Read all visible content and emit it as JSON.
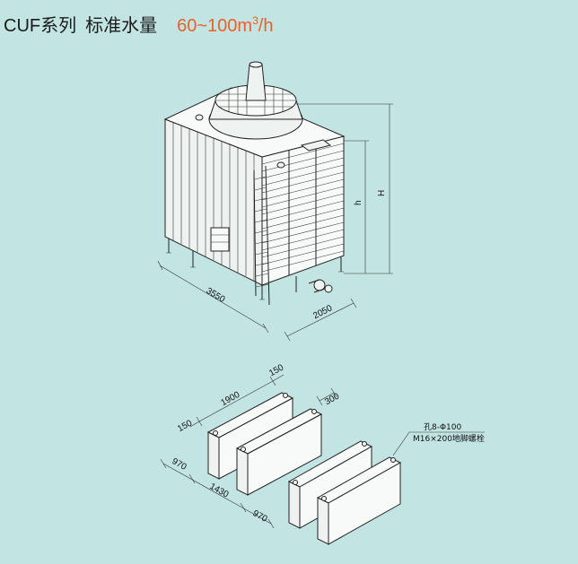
{
  "title": {
    "series": "CUF系列",
    "label": "标准水量",
    "flow_value": "60~100m",
    "flow_sup": "3",
    "flow_unit": "/h"
  },
  "tower_dims": {
    "length": "3550",
    "width": "2050",
    "height_outer": "H",
    "height_inner": "h"
  },
  "foundation_dims": {
    "top_length": "1900",
    "top_offset": "150",
    "left_offset": "150",
    "beam_width": "300",
    "span_a": "970",
    "span_b": "1430",
    "span_c": "970"
  },
  "foundation_note": {
    "line1": "孔8-Φ100",
    "line2": "M16×200地脚螺栓"
  },
  "colors": {
    "background": "#c2e4e3",
    "accent": "#e8622a"
  }
}
